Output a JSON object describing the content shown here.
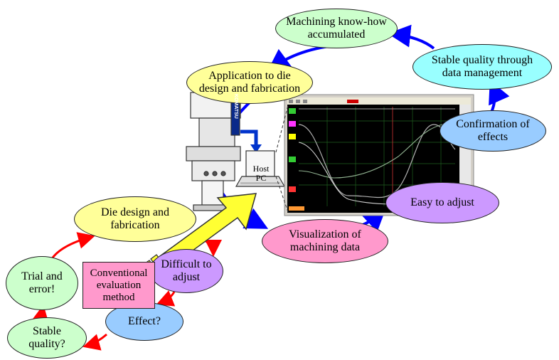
{
  "colors": {
    "yellow": "#FFFF99",
    "green": "#CCFFCC",
    "cyan": "#99FFFF",
    "blue": "#99CCFF",
    "purple": "#CC99FF",
    "pink": "#FF99CC",
    "conventional_box": "#FF99CC",
    "red_cycle": "#FF0000",
    "blue_cycle": "#0000FF",
    "big_arrow": "#FFFF33"
  },
  "nodes": {
    "machining_knowhow": "Machining know-how\naccumulated",
    "stable_quality_data": "Stable quality through\ndata management",
    "application_die": "Application to die\ndesign and fabrication",
    "confirmation_effects": "Confirmation of\neffects",
    "easy_adjust": "Easy to adjust",
    "visualization": "Visualization of\nmachining data",
    "die_design": "Die design and\nfabrication",
    "trial_error": "Trial and\nerror!",
    "difficult_adjust": "Difficult to\nadjust",
    "effect_q": "Effect?",
    "stable_quality_q": "Stable\nquality?"
  },
  "conventional_box": "Conventional\nevaluation\nmethod",
  "host_pc": "Host\nPC",
  "press_brand": "KOMATSU"
}
